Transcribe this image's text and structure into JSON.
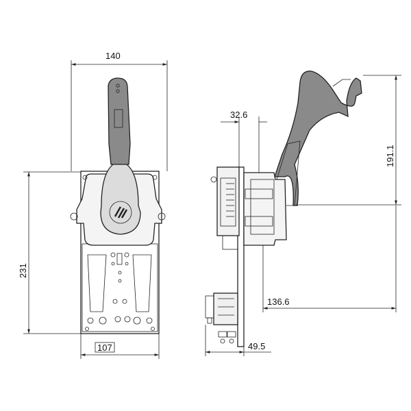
{
  "colors": {
    "line": "#222222",
    "lever": "#8a8a8a",
    "plate": "#ffffff",
    "dark": "#555555"
  },
  "dimensions": {
    "front_width": "140",
    "front_height": "231",
    "plate_width": "107",
    "side_offset": "32.6",
    "side_height": "191.1",
    "side_depth": "136.6",
    "side_base": "49.5"
  },
  "logo": {
    "name": "brand-logo-icon"
  }
}
